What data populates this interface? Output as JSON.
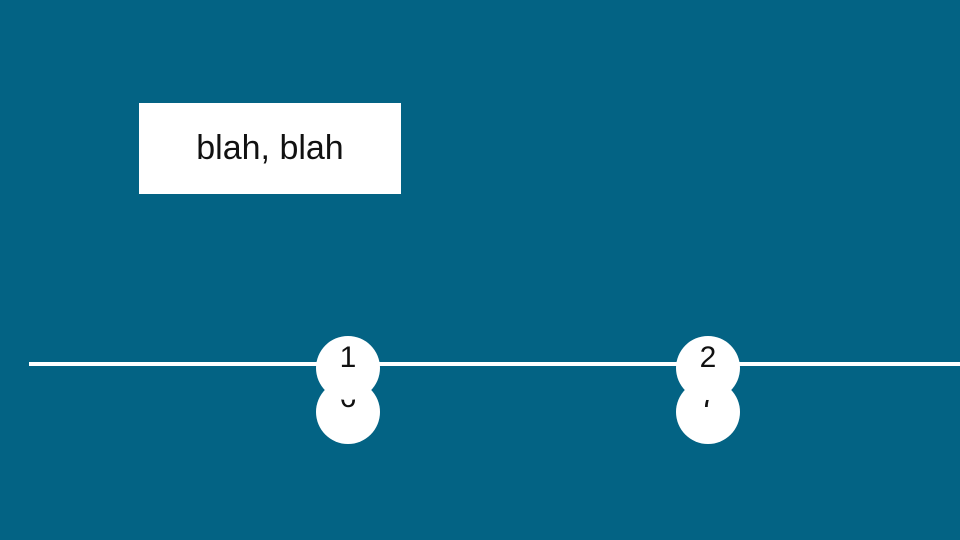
{
  "colors": {
    "background": "#036384",
    "card": "#ffffff",
    "line": "#ffffff",
    "text": "#111111"
  },
  "title": {
    "visible_fragment": ""
  },
  "note": {
    "text": "blah, blah"
  },
  "markers": [
    {
      "top_label": "1",
      "bottom_label": "6"
    },
    {
      "top_label": "2",
      "bottom_label": "7"
    }
  ]
}
